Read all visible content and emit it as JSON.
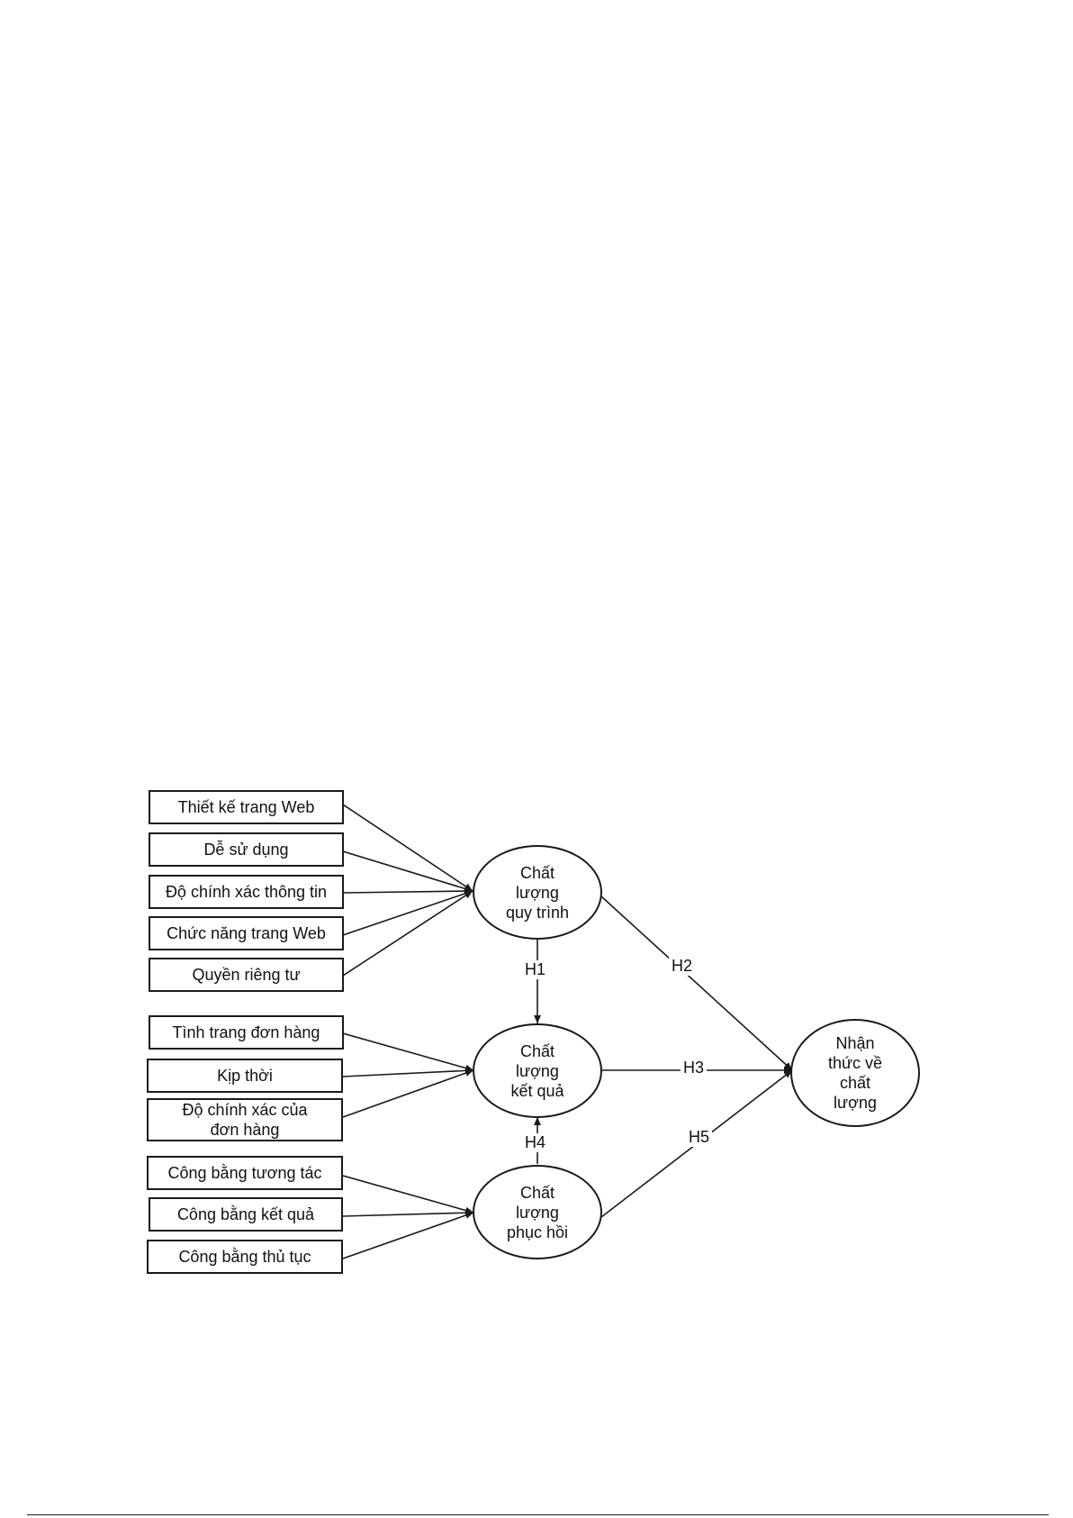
{
  "indicators": {
    "process": [
      "Thiết kế trang Web",
      "Dễ sử dụng",
      "Độ chính xác thông tin",
      "Chức năng trang Web",
      "Quyền riêng tư"
    ],
    "outcome": [
      "Tình trang đơn hàng",
      "Kịp thời",
      "Độ chính xác của đơn hàng"
    ],
    "recovery": [
      "Công bằng tương tác",
      "Công bằng kết quả",
      "Công bằng thủ tục"
    ]
  },
  "constructs": {
    "process": "Chất\nlượng\nquy trình",
    "outcome": "Chất\nlượng\nkết quả",
    "recovery": "Chất\nlượng\nphục hồi",
    "perceived": "Nhận\nthức về\nchất\nlượng"
  },
  "hypotheses": {
    "h1": "H1",
    "h2": "H2",
    "h3": "H3",
    "h4": "H4",
    "h5": "H5"
  }
}
